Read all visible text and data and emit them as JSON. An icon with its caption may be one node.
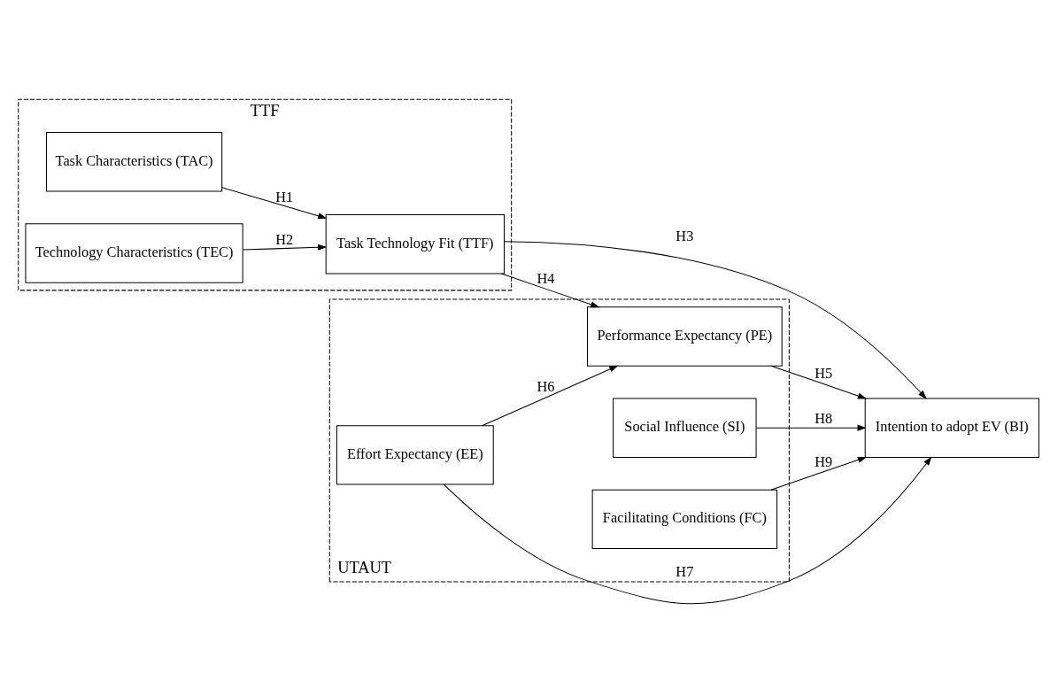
{
  "diagram": {
    "nodes": [
      {
        "text": [
          "TTF"
        ]
      },
      {
        "text": [
          "Task Characteristics (TAC)"
        ],
        "in": 0
      },
      {
        "text": [
          "Technology Characteristics (TEC)"
        ],
        "in": 0
      },
      {
        "text": [
          "Task Technology Fit (TTF)"
        ],
        "in": 0
      },
      {
        "text": [
          "UTAUT"
        ]
      },
      {
        "text": [
          "Effort Expectancy (EE)"
        ],
        "in": 4
      },
      {
        "text": [
          "Performance Expectancy (PE)"
        ],
        "in": 4
      },
      {
        "text": [
          "Social Influence (SI)"
        ],
        "in": 4
      },
      {
        "text": [
          "Facilitating Conditions (FC)"
        ],
        "in": 4
      },
      {
        "text": [
          "Intention to adopt EV (BI)"
        ]
      }
    ],
    "edges": [
      {
        "from": 1,
        "to": 3,
        "arrow": "to",
        "label": "H1"
      },
      {
        "from": 2,
        "to": 3,
        "arrow": "to",
        "label": "H2"
      },
      {
        "from": 3,
        "to": 9,
        "arrow": "to",
        "label": "H3"
      },
      {
        "from": 3,
        "to": 6,
        "arrow": "to",
        "label": "H4"
      },
      {
        "from": 6,
        "to": 9,
        "arrow": "to",
        "label": "H5"
      },
      {
        "from": 5,
        "to": 6,
        "arrow": "to",
        "label": "H6"
      },
      {
        "from": 5,
        "to": 9,
        "arrow": "to",
        "label": "H7"
      },
      {
        "from": 7,
        "to": 9,
        "arrow": "to",
        "label": "H8"
      },
      {
        "from": 8,
        "to": 9,
        "arrow": "to",
        "label": "H9"
      }
    ]
  }
}
